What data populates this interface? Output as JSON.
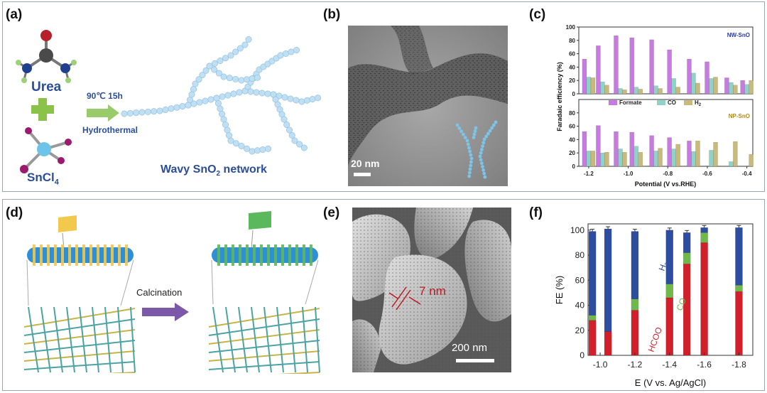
{
  "panels": {
    "a": {
      "label": "(a)",
      "reagent1": "Urea",
      "reagent2": "SnCl4",
      "condition": "90℃ 15h",
      "method": "Hydrothermal",
      "product": "Wavy SnO2 network"
    },
    "b": {
      "label": "(b)",
      "scalebar": "20 nm"
    },
    "c": {
      "label": "(c)",
      "top_label": "NW-SnO2",
      "bottom_label": "NP-SnO2"
    },
    "d": {
      "label": "(d)",
      "step": "Calcination"
    },
    "e": {
      "label": "(e)",
      "thickness": "7 nm",
      "scalebar": "200 nm"
    },
    "f": {
      "label": "(f)",
      "label_h2": "H2",
      "label_co": "CO",
      "label_hcoo": "HCOO"
    }
  },
  "colors": {
    "formate": "#c77be0",
    "co": "#8fd3c8",
    "h2": "#c9b97a",
    "hcoo_f": "#d31f2c",
    "co_f": "#6fb84a",
    "h2_f": "#2f4da0",
    "arrow_d": "#7b58a8",
    "arrow_a": "#9acb6a"
  },
  "chart_data": [
    {
      "type": "bar",
      "ylabel": "Faradaic efficiency (%)",
      "xlabel": "Potential (V vs.RHE)",
      "legend": [
        "Formate",
        "CO",
        "H2"
      ],
      "subplots": [
        {
          "title": "NW-SnO2",
          "x": [
            -1.2,
            -1.13,
            -1.04,
            -0.96,
            -0.86,
            -0.77,
            -0.67,
            -0.58,
            -0.48,
            -0.4
          ],
          "ylim": [
            0,
            100
          ],
          "series": [
            {
              "name": "Formate",
              "values": [
                52,
                72,
                87,
                84,
                81,
                66,
                52,
                48,
                24,
                20
              ]
            },
            {
              "name": "CO",
              "values": [
                25,
                18,
                8,
                10,
                12,
                23,
                31,
                23,
                17,
                14
              ]
            },
            {
              "name": "H2",
              "values": [
                24,
                13,
                6,
                7,
                8,
                10,
                16,
                25,
                13,
                20
              ]
            }
          ]
        },
        {
          "title": "NP-SnO2",
          "x": [
            -1.2,
            -1.13,
            -1.04,
            -0.96,
            -0.86,
            -0.77,
            -0.67,
            -0.58,
            -0.48,
            -0.4
          ],
          "ylim": [
            0,
            100
          ],
          "series": [
            {
              "name": "Formate",
              "values": [
                52,
                61,
                52,
                51,
                46,
                43,
                38,
                0,
                0,
                0
              ]
            },
            {
              "name": "CO",
              "values": [
                23,
                20,
                26,
                30,
                23,
                26,
                22,
                24,
                7,
                0
              ]
            },
            {
              "name": "H2",
              "values": [
                23,
                21,
                21,
                21,
                27,
                33,
                38,
                36,
                37,
                18
              ]
            }
          ]
        }
      ],
      "ticks_x": [
        "-1.2",
        "-1.0",
        "-0.8",
        "-0.6",
        "-0.4"
      ],
      "ticks_y": [
        "0",
        "20",
        "40",
        "60",
        "80",
        "100"
      ]
    },
    {
      "type": "bar",
      "stacked": true,
      "ylabel": "FE (%)",
      "xlabel": "E (V vs. Ag/AgCl)",
      "categories": [
        "-1.0",
        "-1.2",
        "-1.4",
        "-1.6",
        "-1.8"
      ],
      "x": [
        -1.0,
        -1.0,
        -1.2,
        -1.4,
        -1.5,
        -1.6,
        -1.8
      ],
      "ylim": [
        0,
        100
      ],
      "series": [
        {
          "name": "HCOO",
          "values": [
            19,
            28,
            36,
            46,
            73,
            90,
            51
          ]
        },
        {
          "name": "CO",
          "values": [
            0,
            4,
            9,
            11,
            9,
            8,
            5
          ]
        },
        {
          "name": "H2",
          "values": [
            82,
            67,
            54,
            43,
            16,
            4,
            46
          ]
        }
      ],
      "ticks_y": [
        "0",
        "20",
        "40",
        "60",
        "80",
        "100"
      ]
    }
  ]
}
